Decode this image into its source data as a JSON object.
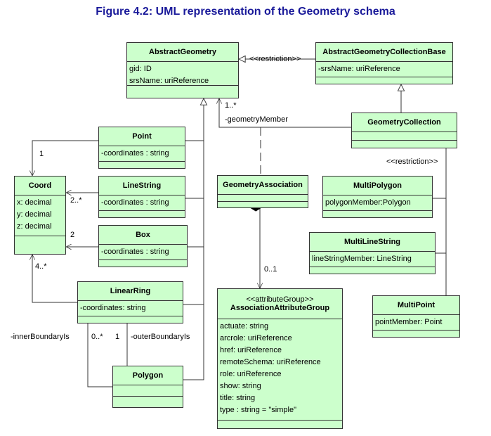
{
  "title": "Figure 4.2: UML representation of the Geometry schema",
  "colors": {
    "class_fill": "#ccffcc",
    "title": "#1a1a9a",
    "line": "#333333"
  },
  "classes": {
    "abstract_geometry": {
      "name": "AbstractGeometry",
      "attributes": [
        "gid: ID",
        "srsName: uriReference"
      ]
    },
    "abstract_collection_base": {
      "name": "AbstractGeometryCollectionBase",
      "attributes": [
        "-srsName: uriReference"
      ]
    },
    "geometry_collection": {
      "name": "GeometryCollection",
      "attributes": []
    },
    "point": {
      "name": "Point",
      "attributes": [
        "-coordinates : string"
      ]
    },
    "coord": {
      "name": "Coord",
      "attributes": [
        "x: decimal",
        "y: decimal",
        "z: decimal"
      ]
    },
    "line_string": {
      "name": "LineString",
      "attributes": [
        "-coordinates : string"
      ]
    },
    "box": {
      "name": "Box",
      "attributes": [
        "-coordinates : string"
      ]
    },
    "linear_ring": {
      "name": "LinearRing",
      "attributes": [
        "-coordinates: string"
      ]
    },
    "polygon": {
      "name": "Polygon",
      "attributes": []
    },
    "geometry_association": {
      "name": "GeometryAssociation",
      "attributes": []
    },
    "association_attribute_group": {
      "stereotype": "<<attributeGroup>>",
      "name": "AssociationAttributeGroup",
      "attributes": [
        "actuate: string",
        "arcrole: uriReference",
        "href: uriReference",
        "remoteSchema: uriReference",
        "role: uriReference",
        "show: string",
        "title: string",
        "type : string  = \"simple\""
      ]
    },
    "multi_polygon": {
      "name": "MultiPolygon",
      "attributes": [
        "polygonMember:Polygon"
      ]
    },
    "multi_line_string": {
      "name": "MultiLineString",
      "attributes": [
        "lineStringMember: LineString"
      ]
    },
    "multi_point": {
      "name": "MultiPoint",
      "attributes": [
        "pointMember: Point"
      ]
    }
  },
  "labels": {
    "restriction_top": "<<restriction>>",
    "restriction_right": "<<restriction>>",
    "mult_1_star": "1..*",
    "geometry_member": "-geometryMember",
    "point_coord_mult": "1",
    "linestring_coord_mult": "2..*",
    "box_coord_mult": "2",
    "ring_coord_mult": "4..*",
    "assoc_mult": "0..1",
    "inner_boundary": "-innerBoundaryIs",
    "inner_mult": "0..*",
    "outer_mult": "1",
    "outer_boundary": "-outerBoundaryIs"
  }
}
